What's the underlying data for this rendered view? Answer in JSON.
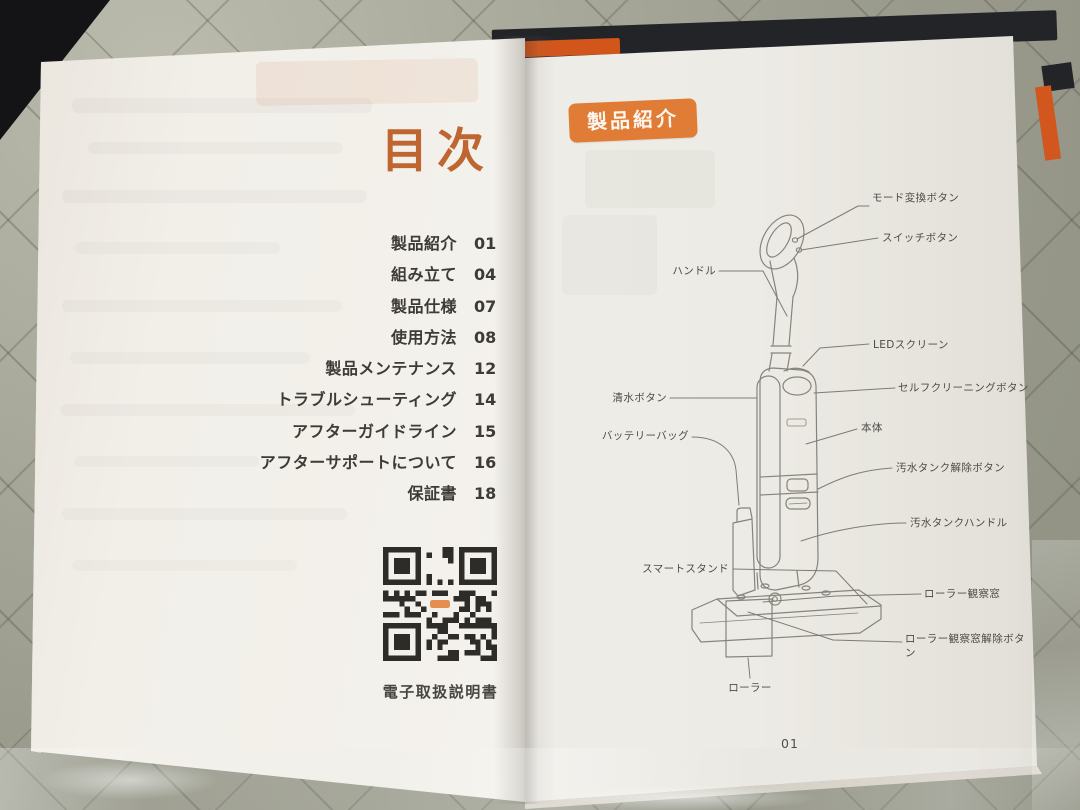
{
  "left_page": {
    "title": "目次",
    "toc": [
      {
        "label": "製品紹介",
        "page": "01"
      },
      {
        "label": "組み立て",
        "page": "04"
      },
      {
        "label": "製品仕様",
        "page": "07"
      },
      {
        "label": "使用方法",
        "page": "08"
      },
      {
        "label": "製品メンテナンス",
        "page": "12"
      },
      {
        "label": "トラブルシューティング",
        "page": "14"
      },
      {
        "label": "アフターガイドライン",
        "page": "15"
      },
      {
        "label": "アフターサポートについて",
        "page": "16"
      },
      {
        "label": "保証書",
        "page": "18"
      }
    ],
    "qr_caption": "電子取扱説明書"
  },
  "right_page": {
    "section_badge": "製品紹介",
    "page_number": "01",
    "diagram_labels": {
      "mode_button": "モード変換ボタン",
      "switch_button": "スイッチボタン",
      "handle": "ハンドル",
      "led_screen": "LEDスクリーン",
      "self_cleaning_button": "セルフクリーニングボタン",
      "clean_water_button": "清水ボタン",
      "body": "本体",
      "battery_bag": "バッテリーバッグ",
      "dirty_tank_release_button": "汚水タンク解除ボタン",
      "dirty_tank_handle": "汚水タンクハンドル",
      "smart_stand": "スマートスタンド",
      "roller_window": "ローラー観察窓",
      "roller_window_release_button": "ローラー観察窓解除ボタン",
      "roller": "ローラー"
    }
  },
  "colors": {
    "accent_orange": "#bf6630",
    "badge_orange": "#e07c35",
    "cover_orange": "#d2561c",
    "diagram_line": "#85847c",
    "page_white": "#f2efe9",
    "blanket_gray": "#a3a496"
  }
}
